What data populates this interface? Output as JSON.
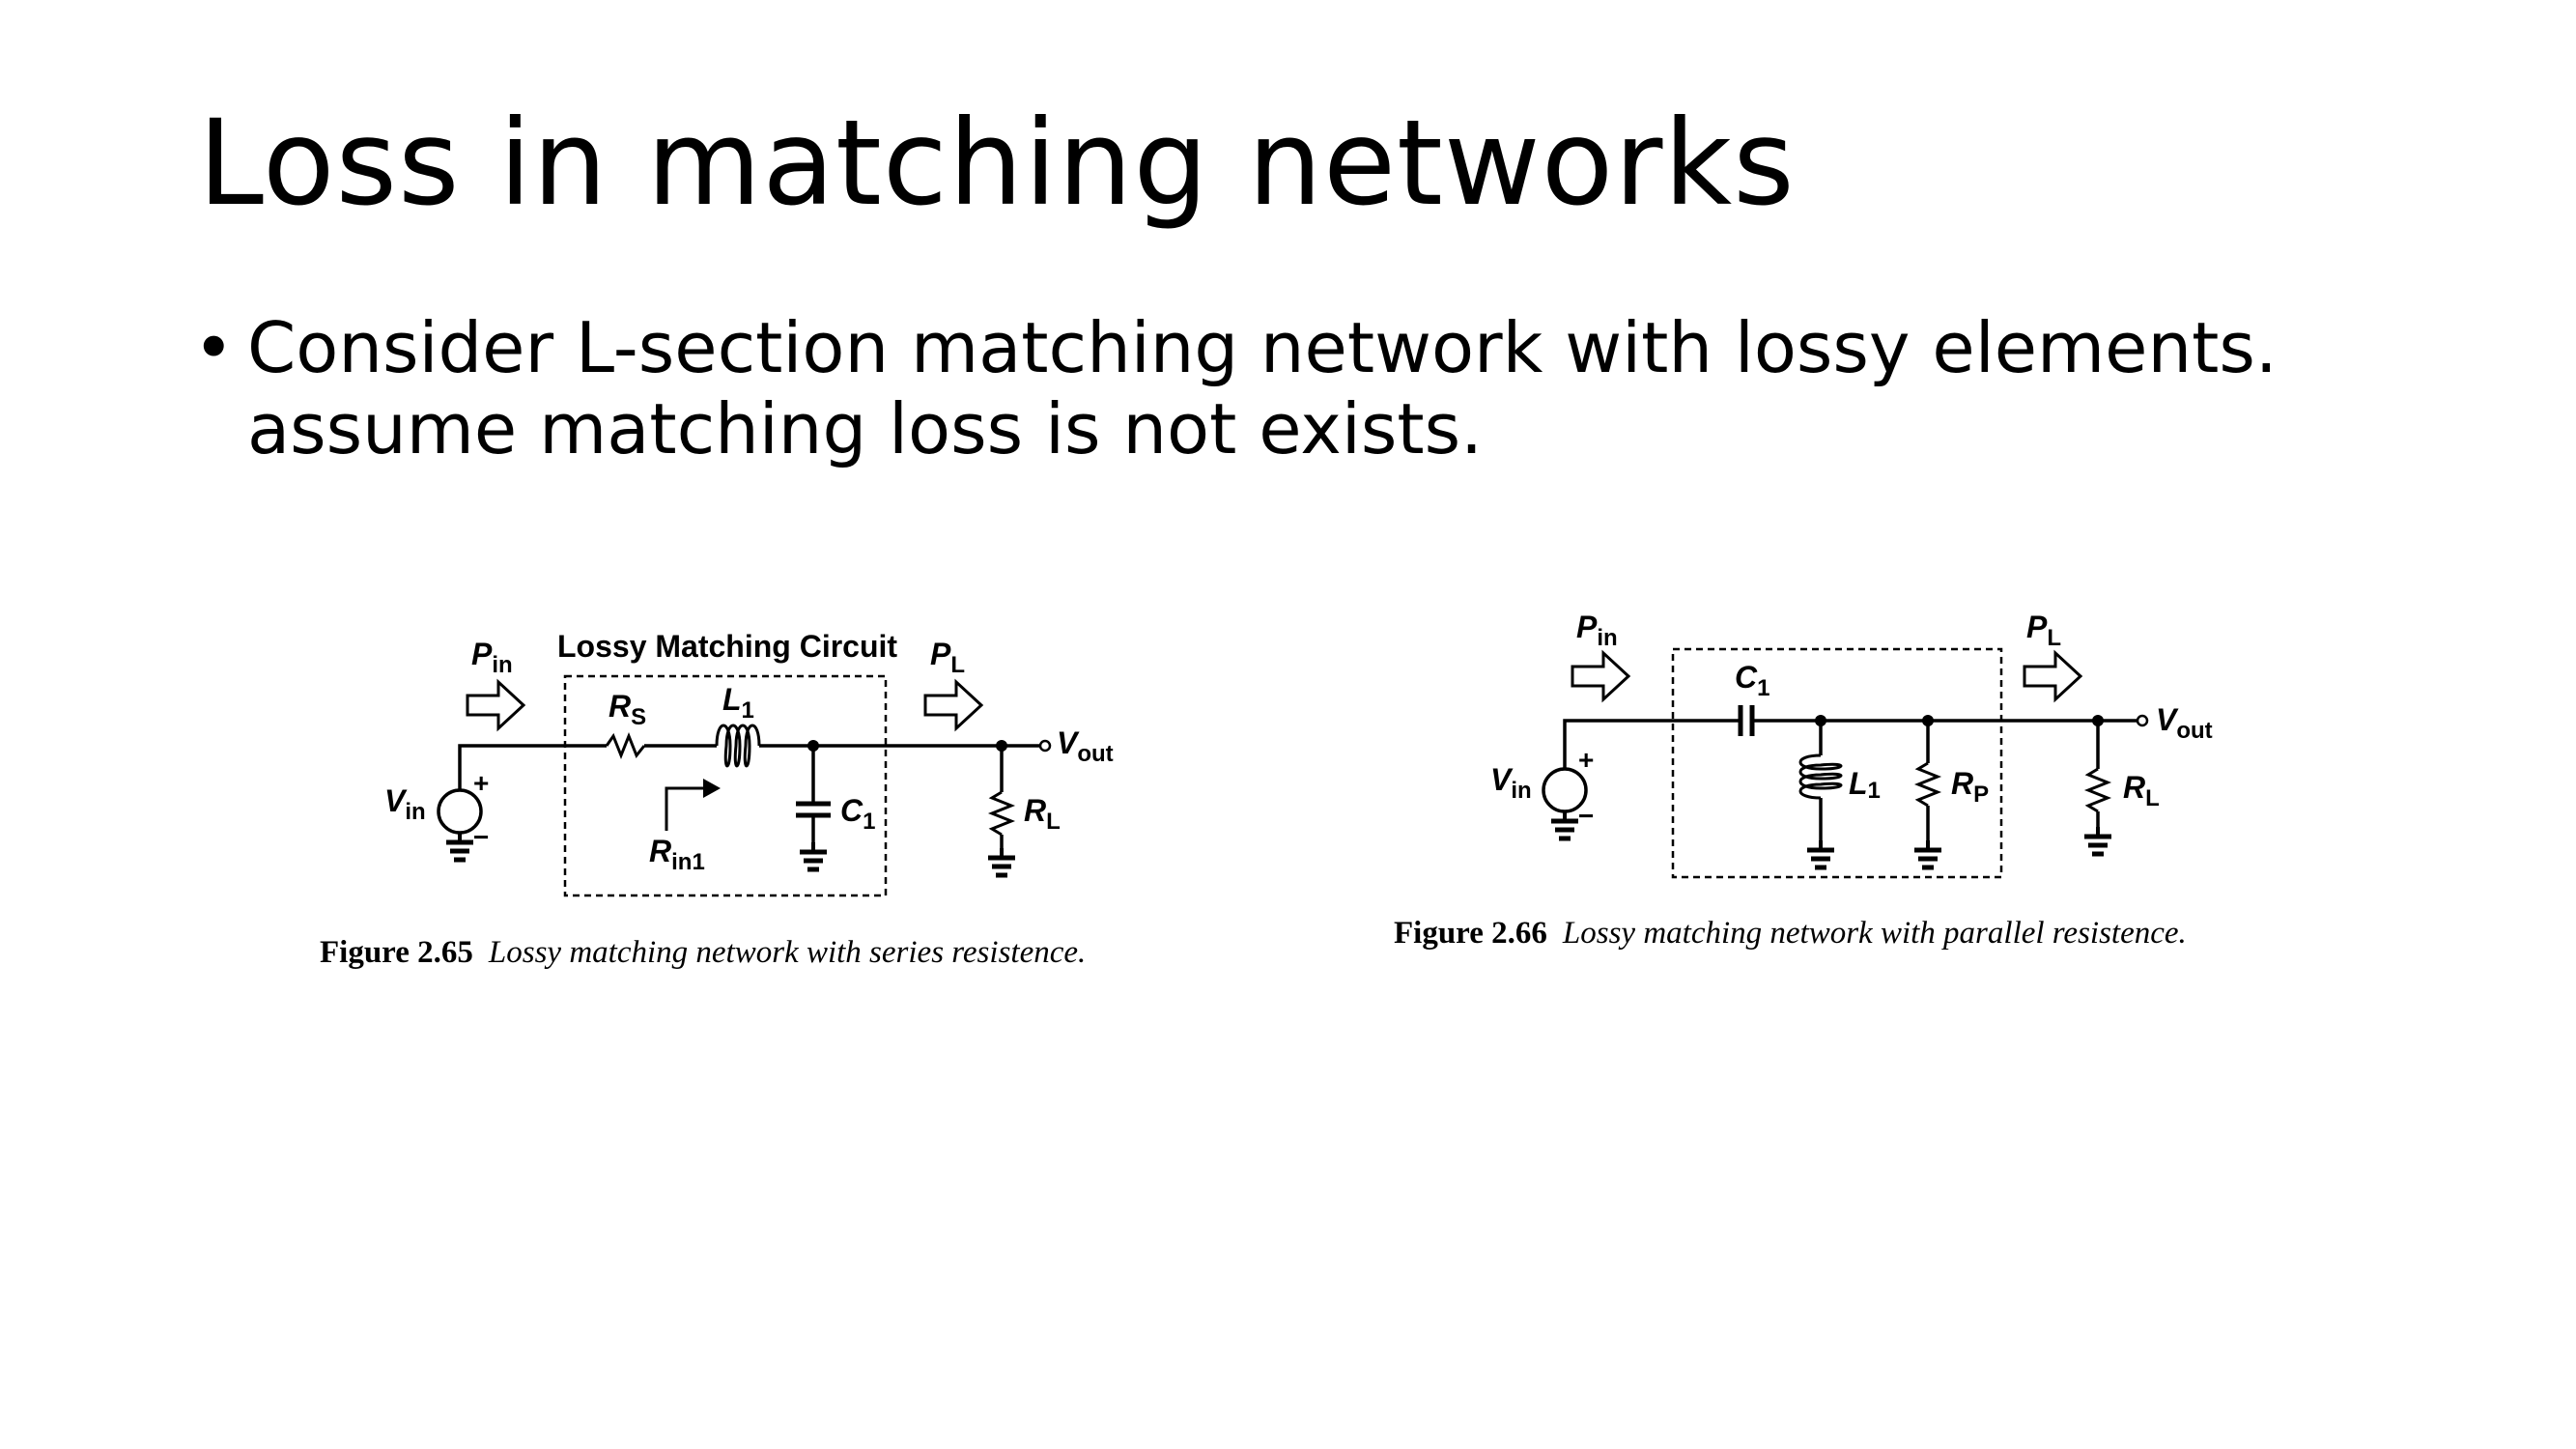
{
  "slide": {
    "title": "Loss in matching networks",
    "bullet": {
      "symbol": "•",
      "lines": [
        "Consider L-section matching network with lossy elements.",
        "assume matching loss is not exists."
      ]
    }
  },
  "figure1": {
    "box_label": "Lossy Matching Circuit",
    "pin": "P",
    "pin_sub": "in",
    "pl": "P",
    "pl_sub": "L",
    "vin": "V",
    "vin_sub": "in",
    "vout": "V",
    "vout_sub": "out",
    "rs": "R",
    "rs_sub": "S",
    "l1": "L",
    "l1_sub": "1",
    "c1": "C",
    "c1_sub": "1",
    "rl": "R",
    "rl_sub": "L",
    "rin": "R",
    "rin_sub": "in1",
    "plus": "+",
    "minus": "−",
    "caption_label": "Figure 2.65",
    "caption_text": "Lossy matching network with series resistence."
  },
  "figure2": {
    "pin": "P",
    "pin_sub": "in",
    "pl": "P",
    "pl_sub": "L",
    "vin": "V",
    "vin_sub": "in",
    "vout": "V",
    "vout_sub": "out",
    "c1": "C",
    "c1_sub": "1",
    "l1": "L",
    "l1_sub": "1",
    "rp": "R",
    "rp_sub": "P",
    "rl": "R",
    "rl_sub": "L",
    "plus": "+",
    "minus": "−",
    "caption_label": "Figure 2.66",
    "caption_text": "Lossy matching network with parallel resistence."
  }
}
